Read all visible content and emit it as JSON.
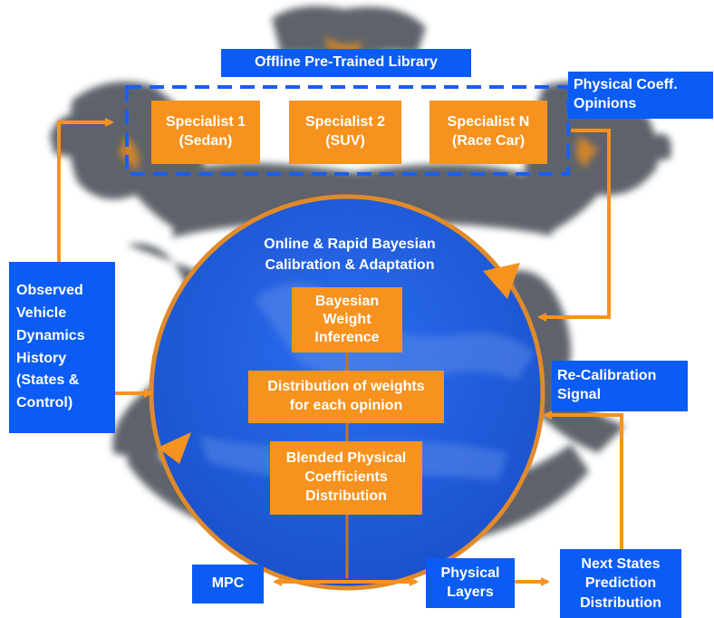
{
  "library": {
    "title": "Offline Pre-Trained Library",
    "specialists": [
      {
        "line1": "Specialist 1",
        "line2": "(Sedan)"
      },
      {
        "line1": "Specialist 2",
        "line2": "(SUV)"
      },
      {
        "line1": "Specialist N",
        "line2": "(Race Car)"
      }
    ]
  },
  "physical_coeff": {
    "line1": "Physical Coeff.",
    "line2": "Opinions"
  },
  "observed_history": {
    "lines": [
      "Observed",
      "Vehicle",
      "Dynamics",
      "History",
      "(States &",
      "Control)"
    ]
  },
  "circle": {
    "title_line1": "Online & Rapid Bayesian",
    "title_line2": "Calibration & Adaptation",
    "steps": [
      {
        "lines": [
          "Bayesian",
          "Weight",
          "Inference"
        ]
      },
      {
        "lines": [
          "Distribution of weights",
          "for each opinion"
        ]
      },
      {
        "lines": [
          "Blended Physical",
          "Coefficients",
          "Distribution"
        ]
      }
    ]
  },
  "recalibration": {
    "line1": "Re-Calibration",
    "line2": "Signal"
  },
  "mpc": {
    "label": "MPC"
  },
  "physical_layers": {
    "line1": "Physical",
    "line2": "Layers"
  },
  "next_states": {
    "lines": [
      "Next States",
      "Prediction",
      "Distribution"
    ]
  },
  "colors": {
    "blue": "#0a5cf5",
    "orange": "#f7921e",
    "dragon": "#4a4f58",
    "circle_blue": "#1f5fe0"
  }
}
